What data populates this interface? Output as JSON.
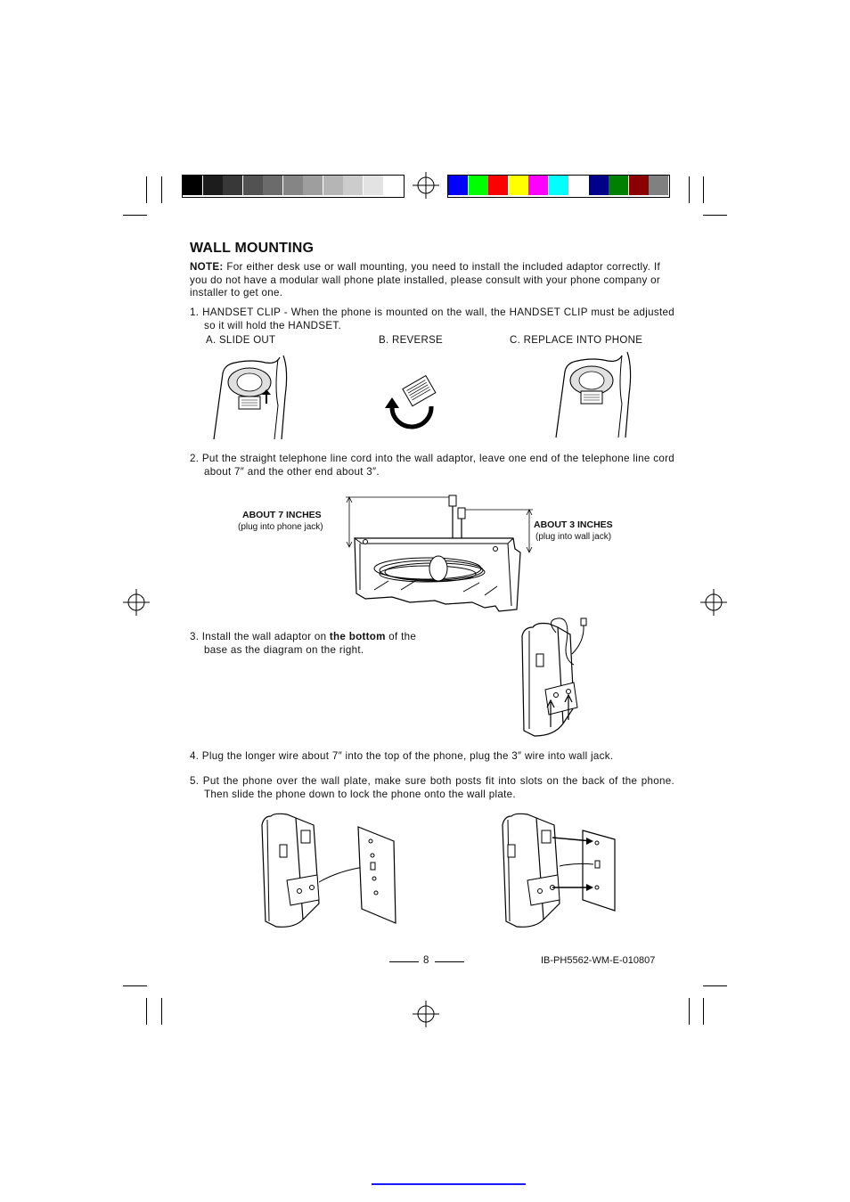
{
  "calibration": {
    "gray_swatches": [
      "#000000",
      "#1c1c1c",
      "#383838",
      "#525252",
      "#6b6b6b",
      "#858585",
      "#9e9e9e",
      "#b5b5b5",
      "#cccccc",
      "#e3e3e3",
      "#ffffff"
    ],
    "color_swatches": [
      "#0000ff",
      "#00ff00",
      "#ff0000",
      "#ffff00",
      "#ff00ff",
      "#00ffff",
      "#ffffff",
      "#00008b",
      "#008000",
      "#8b0000",
      "#808080"
    ]
  },
  "title": "WALL MOUNTING",
  "note": {
    "label": "NOTE:",
    "text": " For either desk use or wall mounting, you need to install the included adaptor correctly. If you do not have a modular wall phone plate installed, please consult with your phone company or installer to get one."
  },
  "step1": {
    "text": "1. HANDSET CLIP - When the phone is mounted on the wall, the HANDSET CLIP must be adjusted so it will hold the HANDSET.",
    "labels": [
      "A. SLIDE OUT",
      "B. REVERSE",
      "C. REPLACE INTO PHONE"
    ]
  },
  "step2": {
    "text": "2. Put the straight telephone line cord into the wall adaptor, leave one end of the telephone line cord about 7″ and the other end about 3″.",
    "left_label": "ABOUT 7 INCHES",
    "left_sub": "(plug into phone jack)",
    "right_label": "ABOUT 3 INCHES",
    "right_sub": "(plug into wall jack)"
  },
  "step3": {
    "prefix": "3. Install the wall adaptor on ",
    "bold": "the bottom",
    "suffix": " of the base as the diagram on the right."
  },
  "step4": {
    "text": "4. Plug the longer wire about 7″ into the top of the phone, plug the 3″ wire into wall jack."
  },
  "step5": {
    "text": "5. Put the phone over the wall plate, make sure both posts fit into slots on the back of the phone. Then slide the phone down to lock the phone onto the wall plate."
  },
  "footer": {
    "page_number": "8",
    "doc_code": "IB-PH5562-WM-E-010807"
  }
}
